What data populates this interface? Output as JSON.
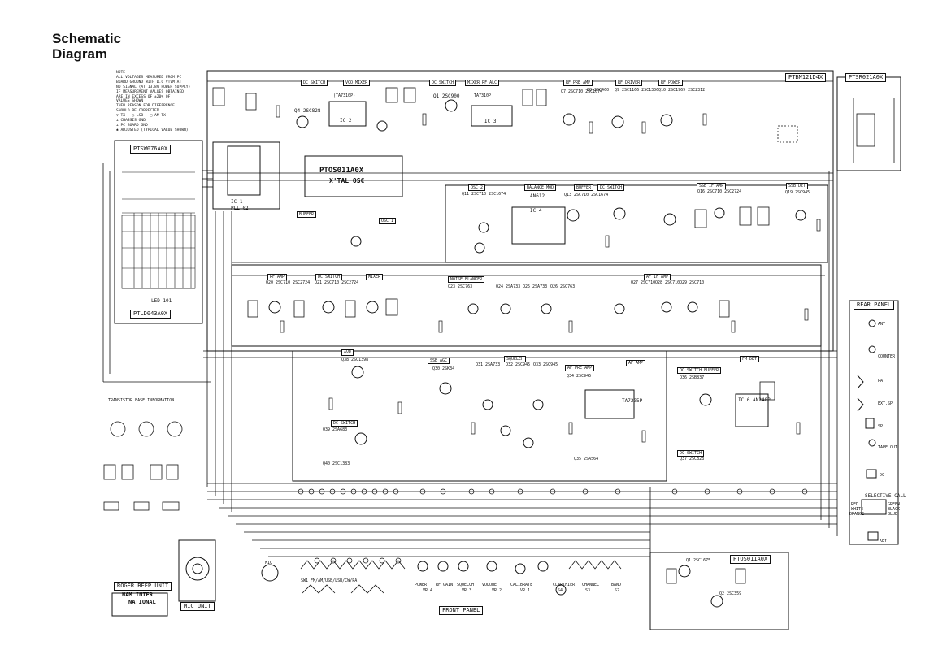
{
  "header": {
    "title_line1": "Schematic",
    "title_line2": "Diagram"
  },
  "notes": "NOTE\nALL VOLTAGES MEASURED FROM PC\nBOARD GROUND WITH D.C VTVM AT\nNO SIGNAL (AT 13.8V POWER SUPPLY)\nIF MEASUREMENT VALUES OBTAINED\nARE IN EXCESS OF ±20% OF\nVALUES SHOWN\nTHEN REASON FOR DIFFERENCE\nSHOULD BE CORRECTED\n▽ TX   ◯ LSB   □ AM TX\n⊥ CHASSIS GND\n⊥ PC BOARD GND\n✱ ADJUSTED (TYPICAL VALUE SHOWN)",
  "boards": {
    "main": "PTBM121D4X",
    "relay": "PTSR021A0X",
    "channel": "PTSW076A0X",
    "led": "PTLD043A0X",
    "osc_board": "PTOS011A0X",
    "osc_board_bottom": "PTOS011A0X",
    "xtal_osc": "X'TAL OSC"
  },
  "ic_labels": {
    "ic1": "IC 1",
    "pll": "PLL 02",
    "ic2": "IC 2",
    "ic3": "IC 3",
    "ic4": "IC 4",
    "an612": "AN612",
    "ic6": "IC 6  AN240P",
    "led_text": "LED 101"
  },
  "sections": {
    "dc_switch_1": "DC SWITCH",
    "vco_mixer": "VCO MIXER",
    "dc_switch_2": "DC SWITCH",
    "mixer_rf_alc": "MIXER RF ALC",
    "rf_pre_amp": "RF PRE AMP",
    "rf_driver": "RF DRIVER",
    "rf_power": "RF POWER",
    "osc_2": "OSC 2",
    "balance_mod": "BALANCE MOD",
    "buffer_1": "BUFFER",
    "dc_switch_3": "DC SWITCH",
    "ssb_if_amp": "SSB IF AMP",
    "ssb_det": "SSB DET",
    "buffer_2": "BUFFER",
    "osc_1": "OSC 1",
    "rf_amp": "RF AMP",
    "dc_switch_4": "DC SWITCH",
    "mixer": "MIXER",
    "noise_blanker": "NOISE BLANKER",
    "af_if_amp": "AF IF AMP",
    "avr": "AVR",
    "ssb_agc": "SSB AGC",
    "squelch": "SQUELCH",
    "af_pre_amp": "AF PRE AMP",
    "af_amp": "AF AMP",
    "dc_switch_buffer": "DC SWITCH BUFFER",
    "fm_det": "FM DET",
    "dc_switch_5": "DC SWITCH",
    "dc_switch_6": "DC SWITCH",
    "rear_panel": "REAR PANEL",
    "front_panel": "FRONT PANEL",
    "selective_call": "SELECTIVE CALL",
    "roger_beep": "ROGER BEEP UNIT",
    "ham_inter": "HAM  INTER",
    "national": "NATIONAL",
    "mic_unit": "MIC UNIT",
    "transistor_info": "TRANSISTOR  BASE  INFORMATION"
  },
  "transistors": {
    "q4": "Q4 2SC828",
    "q1": "Q1 2SC900",
    "q7": "Q7 2SC710 2SC1674",
    "q8": "Q8 2SC460",
    "q9": "Q9 2SC1166 2SC1306",
    "q10": "Q10 2SC1969 2SC2312",
    "q11": "Q11 2SC710 2SC1674",
    "q13": "Q13 2SC710 2SC1674",
    "q16": "Q16 2SC710 2SC2724",
    "q19": "Q19 2SC945",
    "q20": "Q20 2SC710 2SC2724",
    "q21": "Q21 2SC710 2SC2724",
    "q23": "Q23 2SC763",
    "q24": "Q24 2SA733",
    "q25": "Q25 2SA733",
    "q26": "Q26 2SC763",
    "q27": "Q27 2SC710",
    "q28": "Q28 2SC710",
    "q29": "Q29 2SC710",
    "q38": "Q38 2SC1398",
    "q30": "Q30 2SK34",
    "q31": "Q31 2SA733",
    "q32": "Q32 2SC945",
    "q33": "Q33 2SC945",
    "q34": "Q34 2SC945",
    "q36": "Q36 2SB837",
    "q39": "Q39 2SA683",
    "q40": "Q40 2SC1383",
    "q35": "Q35 2SA564",
    "q37": "Q37 2SC828",
    "q1b": "Q1 2SC1675",
    "q2b": "Q2 2SC359",
    "ta7205p": "TA7205P",
    "ta7310p": "TA7310P",
    "uhic": "(TA7310P)"
  },
  "controls": {
    "power": "POWER",
    "rf_gain": "RF GAIN",
    "squelch": "SQUELCH",
    "volume": "VOLUME",
    "calibrate": "CALIBRATE",
    "clarifier": "CLARIFIER",
    "channel": "CHANNEL",
    "band": "BAND",
    "vr4": "VR 4",
    "vr3": "VR 3",
    "vr2": "VR 2",
    "vr1": "VR 1",
    "s3": "S3",
    "s2": "S2",
    "s4": "S4",
    "sw_label": "SW1 FM/AM/USB/LSB/CW/PA",
    "ant": "ANT",
    "counter": "COUNTER",
    "pa": "PA",
    "ext_sp": "EXT.SP",
    "sp": "SP",
    "tape_out": "TAPE OUT",
    "dc": "DC",
    "key": "KEY",
    "mic": "MIC",
    "red": "RED",
    "white": "WHITE",
    "orange": "ORANGE",
    "green": "GREEN",
    "black": "BLACK",
    "blue": "BLUE"
  },
  "colors": {
    "line": "#111111",
    "paper": "#ffffff"
  }
}
